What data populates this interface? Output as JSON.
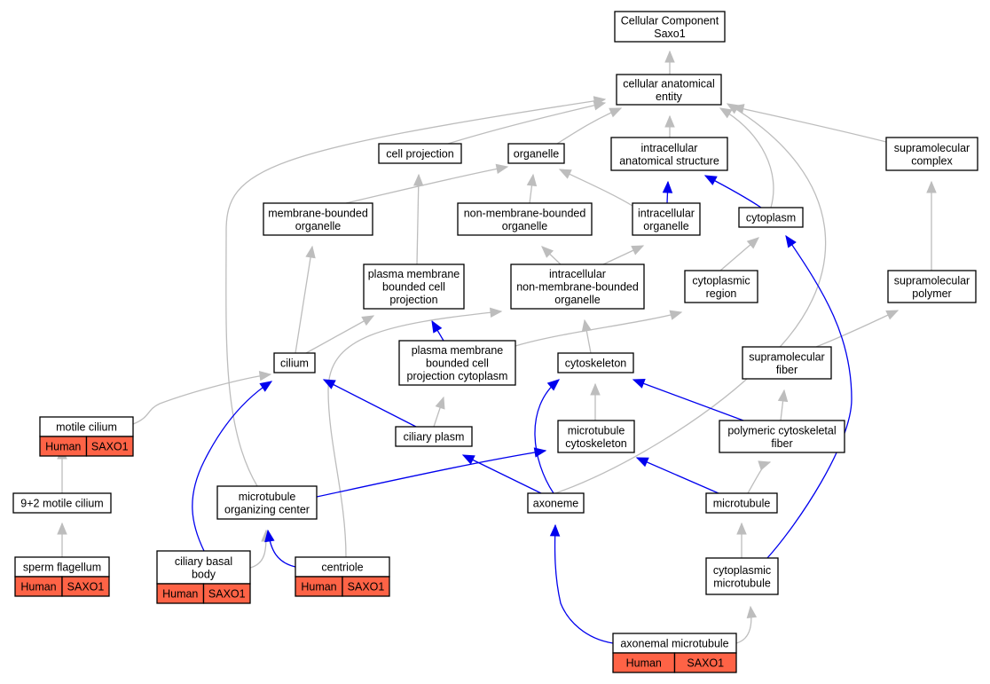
{
  "colors": {
    "node_fill": "#ffffff",
    "node_stroke": "#000000",
    "highlight_cell": "#fe6346",
    "edge_is_a": "#bdbdbd",
    "edge_part_of": "#0000ee"
  },
  "nodes": [
    {
      "id": "root",
      "lines": [
        "Cellular Component",
        "Saxo1"
      ]
    },
    {
      "id": "cae",
      "lines": [
        "cellular anatomical",
        "entity"
      ]
    },
    {
      "id": "cellproj",
      "lines": [
        "cell projection"
      ]
    },
    {
      "id": "organelle",
      "lines": [
        "organelle"
      ]
    },
    {
      "id": "ias",
      "lines": [
        "intracellular",
        "anatomical structure"
      ]
    },
    {
      "id": "supcomplex",
      "lines": [
        "supramolecular",
        "complex"
      ]
    },
    {
      "id": "mbo",
      "lines": [
        "membrane-bounded",
        "organelle"
      ]
    },
    {
      "id": "nmbo",
      "lines": [
        "non-membrane-bounded",
        "organelle"
      ]
    },
    {
      "id": "icorg",
      "lines": [
        "intracellular",
        "organelle"
      ]
    },
    {
      "id": "cytoplasm",
      "lines": [
        "cytoplasm"
      ]
    },
    {
      "id": "pmbcp",
      "lines": [
        "plasma membrane",
        "bounded cell",
        "projection"
      ]
    },
    {
      "id": "inmbo",
      "lines": [
        "intracellular",
        "non-membrane-bounded",
        "organelle"
      ]
    },
    {
      "id": "cytoreg",
      "lines": [
        "cytoplasmic",
        "region"
      ]
    },
    {
      "id": "suppolymer",
      "lines": [
        "supramolecular",
        "polymer"
      ]
    },
    {
      "id": "cilium",
      "lines": [
        "cilium"
      ]
    },
    {
      "id": "pmbcpc",
      "lines": [
        "plasma membrane",
        "bounded cell",
        "projection cytoplasm"
      ]
    },
    {
      "id": "cytoskeleton",
      "lines": [
        "cytoskeleton"
      ]
    },
    {
      "id": "supfiber",
      "lines": [
        "supramolecular",
        "fiber"
      ]
    },
    {
      "id": "motile",
      "lines": [
        "motile cilium"
      ],
      "cells": [
        "Human",
        "SAXO1"
      ]
    },
    {
      "id": "ciliaryplasm",
      "lines": [
        "ciliary plasm"
      ]
    },
    {
      "id": "mtcyto",
      "lines": [
        "microtubule",
        "cytoskeleton"
      ]
    },
    {
      "id": "pcf",
      "lines": [
        "polymeric cytoskeletal",
        "fiber"
      ]
    },
    {
      "id": "ninetwo",
      "lines": [
        "9+2 motile cilium"
      ]
    },
    {
      "id": "mtoc",
      "lines": [
        "microtubule",
        "organizing center"
      ]
    },
    {
      "id": "axoneme",
      "lines": [
        "axoneme"
      ]
    },
    {
      "id": "microtubule",
      "lines": [
        "microtubule"
      ]
    },
    {
      "id": "sperm",
      "lines": [
        "sperm flagellum"
      ],
      "cells": [
        "Human",
        "SAXO1"
      ]
    },
    {
      "id": "basal",
      "lines": [
        "ciliary basal",
        "body"
      ],
      "cells": [
        "Human",
        "SAXO1"
      ]
    },
    {
      "id": "centriole",
      "lines": [
        "centriole"
      ],
      "cells": [
        "Human",
        "SAXO1"
      ]
    },
    {
      "id": "cytomt",
      "lines": [
        "cytoplasmic",
        "microtubule"
      ]
    },
    {
      "id": "axmt",
      "lines": [
        "axonemal microtubule"
      ],
      "cells": [
        "Human",
        "SAXO1"
      ]
    }
  ],
  "edges": [
    {
      "from": "cae",
      "to": "root",
      "type": "is_a"
    },
    {
      "from": "cellproj",
      "to": "cae",
      "type": "is_a"
    },
    {
      "from": "organelle",
      "to": "cae",
      "type": "is_a"
    },
    {
      "from": "ias",
      "to": "cae",
      "type": "is_a"
    },
    {
      "from": "supcomplex",
      "to": "cae",
      "type": "is_a"
    },
    {
      "from": "cytoplasm",
      "to": "cae",
      "type": "is_a"
    },
    {
      "from": "mtoc",
      "to": "cae",
      "type": "is_a"
    },
    {
      "from": "axoneme",
      "to": "cae",
      "type": "is_a"
    },
    {
      "from": "mbo",
      "to": "organelle",
      "type": "is_a"
    },
    {
      "from": "nmbo",
      "to": "organelle",
      "type": "is_a"
    },
    {
      "from": "icorg",
      "to": "organelle",
      "type": "is_a"
    },
    {
      "from": "icorg",
      "to": "ias",
      "type": "part_of"
    },
    {
      "from": "cytoplasm",
      "to": "ias",
      "type": "part_of"
    },
    {
      "from": "pmbcp",
      "to": "cellproj",
      "type": "is_a"
    },
    {
      "from": "inmbo",
      "to": "nmbo",
      "type": "is_a"
    },
    {
      "from": "inmbo",
      "to": "icorg",
      "type": "is_a"
    },
    {
      "from": "cytoreg",
      "to": "cytoplasm",
      "type": "is_a"
    },
    {
      "from": "suppolymer",
      "to": "supcomplex",
      "type": "is_a"
    },
    {
      "from": "cilium",
      "to": "mbo",
      "type": "is_a"
    },
    {
      "from": "cilium",
      "to": "pmbcp",
      "type": "is_a"
    },
    {
      "from": "pmbcpc",
      "to": "pmbcp",
      "type": "part_of"
    },
    {
      "from": "pmbcpc",
      "to": "cytoreg",
      "type": "is_a"
    },
    {
      "from": "cytoskeleton",
      "to": "inmbo",
      "type": "is_a"
    },
    {
      "from": "centriole",
      "to": "inmbo",
      "type": "is_a"
    },
    {
      "from": "supfiber",
      "to": "suppolymer",
      "type": "is_a"
    },
    {
      "from": "motile",
      "to": "cilium",
      "type": "is_a"
    },
    {
      "from": "ciliaryplasm",
      "to": "cilium",
      "type": "part_of"
    },
    {
      "from": "ciliaryplasm",
      "to": "pmbcpc",
      "type": "is_a"
    },
    {
      "from": "basal",
      "to": "cilium",
      "type": "part_of"
    },
    {
      "from": "mtcyto",
      "to": "cytoskeleton",
      "type": "is_a"
    },
    {
      "from": "pcf",
      "to": "cytoskeleton",
      "type": "part_of"
    },
    {
      "from": "pcf",
      "to": "supfiber",
      "type": "is_a"
    },
    {
      "from": "axoneme",
      "to": "cytoskeleton",
      "type": "part_of"
    },
    {
      "from": "ninetwo",
      "to": "motile",
      "type": "is_a"
    },
    {
      "from": "mtoc",
      "to": "mtcyto",
      "type": "part_of"
    },
    {
      "from": "axoneme",
      "to": "ciliaryplasm",
      "type": "part_of"
    },
    {
      "from": "microtubule",
      "to": "mtcyto",
      "type": "part_of"
    },
    {
      "from": "microtubule",
      "to": "pcf",
      "type": "is_a"
    },
    {
      "from": "sperm",
      "to": "ninetwo",
      "type": "is_a"
    },
    {
      "from": "basal",
      "to": "mtoc",
      "type": "is_a"
    },
    {
      "from": "centriole",
      "to": "mtoc",
      "type": "part_of"
    },
    {
      "from": "cytomt",
      "to": "microtubule",
      "type": "is_a"
    },
    {
      "from": "cytomt",
      "to": "cytoplasm",
      "type": "part_of"
    },
    {
      "from": "axmt",
      "to": "axoneme",
      "type": "part_of"
    },
    {
      "from": "axmt",
      "to": "cytomt",
      "type": "is_a"
    }
  ]
}
